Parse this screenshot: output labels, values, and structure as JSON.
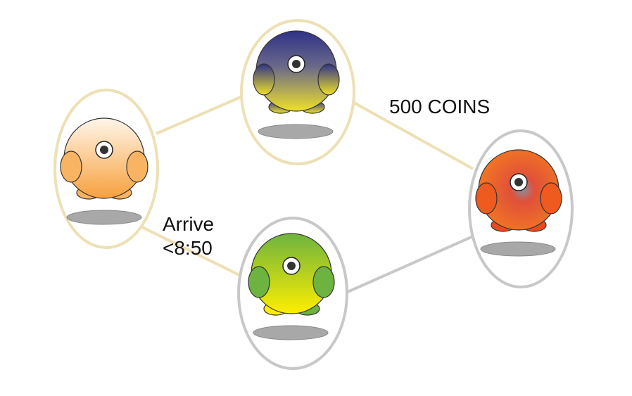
{
  "labels": {
    "coins": "500 COINS",
    "arrive_line1": "Arrive",
    "arrive_line2": "<8:50"
  },
  "colors": {
    "ring_completed": "#ede0b4",
    "ring_pending": "#c8c8c8",
    "edge_completed": "#ede0b4",
    "edge_pending": "#c8c8c8",
    "shadow": "#a8a8a8"
  },
  "nodes": [
    {
      "id": "orange-start",
      "icon": "orange-creature-icon",
      "state": "completed",
      "top": "#fff6ea",
      "bottom": "#f7a03c",
      "limb": "#f9b463"
    },
    {
      "id": "navy-gold",
      "icon": "navy-gold-creature-icon",
      "state": "completed",
      "top": "#2e3287",
      "bottom": "#efe02a",
      "limb": "#8a8060"
    },
    {
      "id": "green-yellow",
      "icon": "green-yellow-creature-icon",
      "state": "pending",
      "top": "#6db33f",
      "bottom": "#ffee00",
      "limb": "#6db33f"
    },
    {
      "id": "red-orange-goal",
      "icon": "red-orange-creature-icon",
      "state": "pending",
      "top": "#f36b1c",
      "bottom": "#e84b1c",
      "limb": "#ef5a1f"
    }
  ],
  "edges": [
    {
      "from": "orange-start",
      "to": "navy-gold",
      "state": "completed"
    },
    {
      "from": "orange-start",
      "to": "green-yellow",
      "state": "completed",
      "label": "arrive"
    },
    {
      "from": "navy-gold",
      "to": "red-orange-goal",
      "state": "completed",
      "label": "coins"
    },
    {
      "from": "green-yellow",
      "to": "red-orange-goal",
      "state": "pending"
    }
  ]
}
